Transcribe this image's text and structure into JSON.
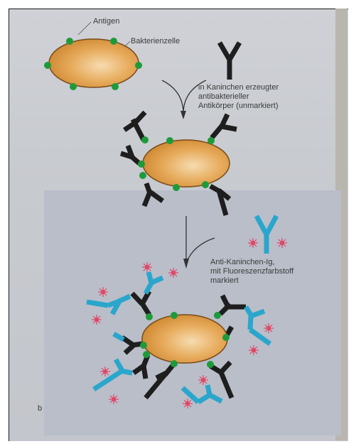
{
  "labels": {
    "antigen": "Antigen",
    "bacterial_cell": "Bakterienzelle",
    "primary_antibody_line1": "in Kaninchen erzeugter",
    "primary_antibody_line2": "antibakterieller",
    "primary_antibody_line3": "Antikörper (unmarkiert)",
    "secondary_antibody_line1": "Anti-Kaninchen-Ig,",
    "secondary_antibody_line2": "mit Fluoreszenzfarbstoff",
    "secondary_antibody_line3": "markiert",
    "panel_letter": "b"
  },
  "colors": {
    "cell_fill": "#e0a248",
    "cell_edge": "#7a4a18",
    "antigen": "#1f9a3a",
    "primary_antibody": "#1e1e1e",
    "secondary_antibody": "#2aa6cc",
    "fluorophore": "#e04868",
    "panel": "#b9bec9"
  }
}
